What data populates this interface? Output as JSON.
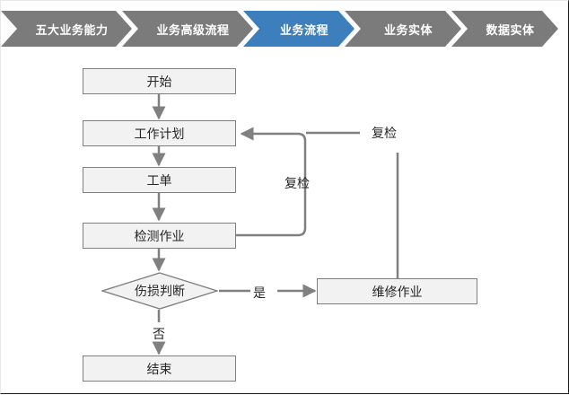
{
  "breadcrumb": {
    "active_color": "#3d7ebd",
    "inactive_color": "#7b7b7b",
    "items": [
      {
        "label": "五大业务能力",
        "active": false
      },
      {
        "label": "业务高级流程",
        "active": false
      },
      {
        "label": "业务流程",
        "active": true
      },
      {
        "label": "业务实体",
        "active": false
      },
      {
        "label": "数据实体",
        "active": false
      }
    ]
  },
  "flowchart": {
    "node_fill": "#f2f2f2",
    "node_border": "#7f7f7f",
    "connector_color": "#808080",
    "nodes": {
      "start": "开始",
      "work_plan": "工作计划",
      "work_order": "工单",
      "inspection_task": "检测作业",
      "damage_decision": "伤损判断",
      "repair_task": "维修作业",
      "end": "结束"
    },
    "edge_labels": {
      "recheck_inner": "复检",
      "recheck_outer": "复检",
      "yes": "是",
      "no": "否"
    }
  }
}
